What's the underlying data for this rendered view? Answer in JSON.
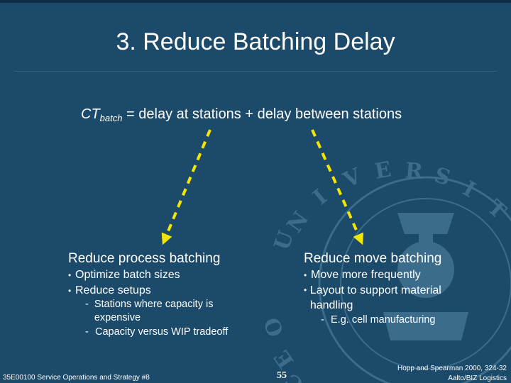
{
  "slide": {
    "title": "3. Reduce Batching Delay",
    "formula": {
      "ct": "CT",
      "subscript": "batch",
      "rest": " = delay at stations + delay between stations"
    },
    "left": {
      "heading": "Reduce process batching",
      "bullets": [
        "Optimize batch sizes",
        "Reduce setups"
      ],
      "sub_bullets": [
        "Stations where capacity is expensive",
        "Capacity versus WIP tradeoff"
      ]
    },
    "right": {
      "heading": "Reduce move batching",
      "bullets": [
        "Move more frequently",
        "Layout to support material handling"
      ],
      "sub_bullets": [
        "E.g. cell manufacturing"
      ]
    },
    "footer": {
      "course": "35E00100 Service Operations and Strategy #8",
      "page_number": "55",
      "reference": "Hopp and Spearman 2000, 324-32",
      "org": "Aalto/BIZ Logistics"
    },
    "colors": {
      "background": "#1b4a6a",
      "arrow": "#f2e600",
      "seal": "#3f7090"
    },
    "icons": {
      "arrow": "dashed-arrow-icon",
      "seal": "university-seal-watermark"
    }
  }
}
